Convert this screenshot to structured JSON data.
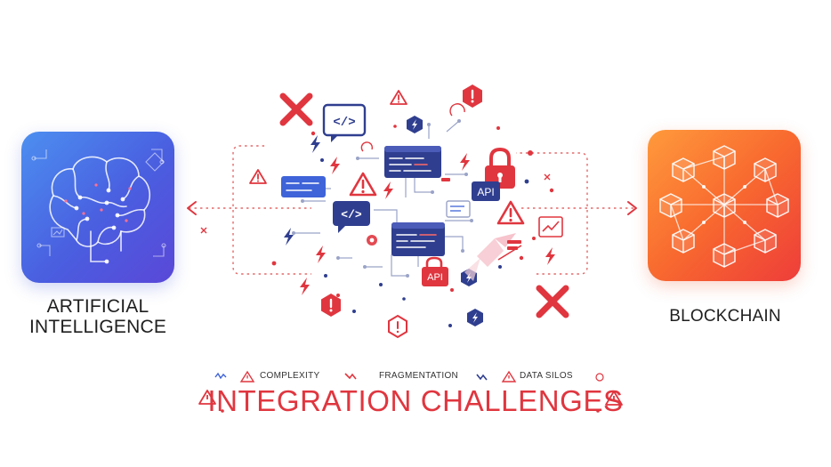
{
  "left_box": {
    "label_line1": "ARTIFICIAL",
    "label_line2": "INTELLIGENCE",
    "icon": "brain-icon",
    "gradient": [
      "#4c8ff0",
      "#5a48d8"
    ]
  },
  "right_box": {
    "label": "BLOCKCHAIN",
    "icon": "blockchain-cubes-icon",
    "gradient": [
      "#ff9a3c",
      "#ee3d3a"
    ]
  },
  "center": {
    "api_label_1": "API",
    "api_label_2": "API",
    "code_label": "</>",
    "icons": [
      "warning-icon",
      "error-x-icon",
      "padlock-icon",
      "code-window-icon",
      "lightning-icon",
      "alert-hexagon-icon"
    ]
  },
  "challenges": {
    "items": [
      "COMPLEXITY",
      "FRAGMENTATION",
      "DATA SILOS"
    ],
    "title": "INTEGRATION CHALLENGES"
  },
  "colors": {
    "accent_red": "#e0363f",
    "navy": "#2f3e8f",
    "blue": "#3f63d8",
    "dotted_line": "#e46a6a"
  }
}
